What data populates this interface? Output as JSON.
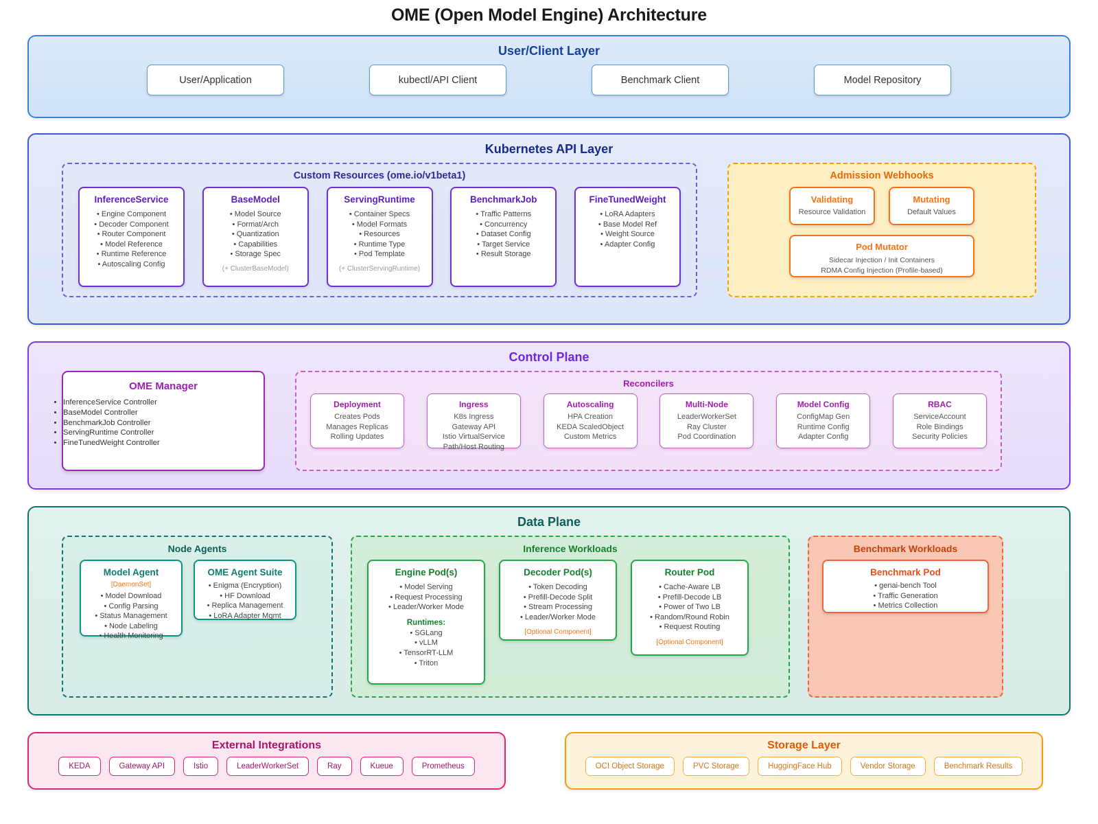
{
  "title": "OME (Open Model Engine) Architecture",
  "layers": {
    "user_client": {
      "title": "User/Client Layer",
      "clients": [
        {
          "label": "User/Application"
        },
        {
          "label": "kubectl/API Client"
        },
        {
          "label": "Benchmark Client"
        },
        {
          "label": "Model Repository"
        }
      ]
    },
    "k8s_api": {
      "title": "Kubernetes API Layer",
      "custom_resources": {
        "title": "Custom Resources (ome.io/v1beta1)",
        "cards": [
          {
            "title": "InferenceService",
            "items": [
              "Engine Component",
              "Decoder Component",
              "Router Component",
              "Model Reference",
              "Runtime Reference",
              "Autoscaling Config"
            ],
            "note": ""
          },
          {
            "title": "BaseModel",
            "items": [
              "Model Source",
              "Format/Arch",
              "Quantization",
              "Capabilities",
              "Storage Spec"
            ],
            "note": "(+ ClusterBaseModel)"
          },
          {
            "title": "ServingRuntime",
            "items": [
              "Container Specs",
              "Model Formats",
              "Resources",
              "Runtime Type",
              "Pod Template"
            ],
            "note": "(+ ClusterServingRuntime)"
          },
          {
            "title": "BenchmarkJob",
            "items": [
              "Traffic Patterns",
              "Concurrency",
              "Dataset Config",
              "Target Service",
              "Result Storage"
            ],
            "note": ""
          },
          {
            "title": "FineTunedWeight",
            "items": [
              "LoRA Adapters",
              "Base Model Ref",
              "Weight Source",
              "Adapter Config"
            ],
            "note": ""
          }
        ]
      },
      "admission_webhooks": {
        "title": "Admission Webhooks",
        "small_cards": [
          {
            "title": "Validating",
            "sub": "Resource Validation"
          },
          {
            "title": "Mutating",
            "sub": "Default Values"
          }
        ],
        "pod_mutator": {
          "title": "Pod Mutator",
          "lines": [
            "Sidecar Injection / Init Containers",
            "RDMA Config Injection (Profile-based)"
          ]
        }
      }
    },
    "control_plane": {
      "title": "Control Plane",
      "ome_manager": {
        "title": "OME Manager",
        "items": [
          "InferenceService Controller",
          "BaseModel Controller",
          "BenchmarkJob Controller",
          "ServingRuntime Controller",
          "FineTunedWeight Controller"
        ]
      },
      "reconcilers": {
        "title": "Reconcilers",
        "cards": [
          {
            "title": "Deployment",
            "lines": [
              "Creates Pods",
              "Manages Replicas",
              "Rolling Updates"
            ]
          },
          {
            "title": "Ingress",
            "lines": [
              "K8s Ingress",
              "Gateway API",
              "Istio VirtualService",
              "Path/Host Routing"
            ]
          },
          {
            "title": "Autoscaling",
            "lines": [
              "HPA Creation",
              "KEDA ScaledObject",
              "Custom Metrics"
            ]
          },
          {
            "title": "Multi-Node",
            "lines": [
              "LeaderWorkerSet",
              "Ray Cluster",
              "Pod Coordination"
            ]
          },
          {
            "title": "Model Config",
            "lines": [
              "ConfigMap Gen",
              "Runtime Config",
              "Adapter Config"
            ]
          },
          {
            "title": "RBAC",
            "lines": [
              "ServiceAccount",
              "Role Bindings",
              "Security Policies"
            ]
          }
        ]
      }
    },
    "data_plane": {
      "title": "Data Plane",
      "node_agents": {
        "title": "Node Agents",
        "cards": [
          {
            "title": "Model Agent",
            "tag": "[DaemonSet]",
            "items": [
              "Model Download",
              "Config Parsing",
              "Status Management",
              "Node Labeling",
              "Health Monitoring"
            ]
          },
          {
            "title": "OME Agent Suite",
            "tag": "",
            "items": [
              "Enigma (Encryption)",
              "HF Download",
              "Replica Management",
              "LoRA Adapter Mgmt"
            ]
          }
        ]
      },
      "inference_workloads": {
        "title": "Inference Workloads",
        "cards": [
          {
            "title": "Engine Pod(s)",
            "items": [
              "Model Serving",
              "Request Processing",
              "Leader/Worker Mode"
            ],
            "subhead": "Runtimes:",
            "sub_items": [
              "SGLang",
              "vLLM",
              "TensorRT-LLM",
              "Triton"
            ],
            "optional": ""
          },
          {
            "title": "Decoder Pod(s)",
            "items": [
              "Token Decoding",
              "Prefill-Decode Split",
              "Stream Processing",
              "Leader/Worker Mode"
            ],
            "subhead": "",
            "sub_items": [],
            "optional": "[Optional Component]"
          },
          {
            "title": "Router Pod",
            "items": [
              "Cache-Aware LB",
              "Prefill-Decode LB",
              "Power of Two LB",
              "Random/Round Robin",
              "Request Routing"
            ],
            "subhead": "",
            "sub_items": [],
            "optional": "[Optional Component]"
          }
        ]
      },
      "benchmark_workloads": {
        "title": "Benchmark Workloads",
        "card": {
          "title": "Benchmark Pod",
          "items": [
            "genai-bench Tool",
            "Traffic Generation",
            "Metrics Collection"
          ]
        }
      }
    },
    "external_integrations": {
      "title": "External Integrations",
      "chips": [
        "KEDA",
        "Gateway API",
        "Istio",
        "LeaderWorkerSet",
        "Ray",
        "Kueue",
        "Prometheus"
      ]
    },
    "storage_layer": {
      "title": "Storage Layer",
      "chips": [
        "OCI Object Storage",
        "PVC Storage",
        "HuggingFace Hub",
        "Vendor Storage",
        "Benchmark Results"
      ]
    }
  },
  "colors": {
    "user_client": "#3b82d6",
    "k8s_api": "#3b5ccc",
    "custom_resources": "#6b32c9",
    "admission_webhooks": "#f97316",
    "control_plane": "#7c3aed",
    "reconcilers": "#a21caf",
    "data_plane": "#0f766e",
    "inference": "#22a846",
    "benchmark": "#f4623a",
    "external": "#db2777",
    "storage": "#f59e0b"
  }
}
